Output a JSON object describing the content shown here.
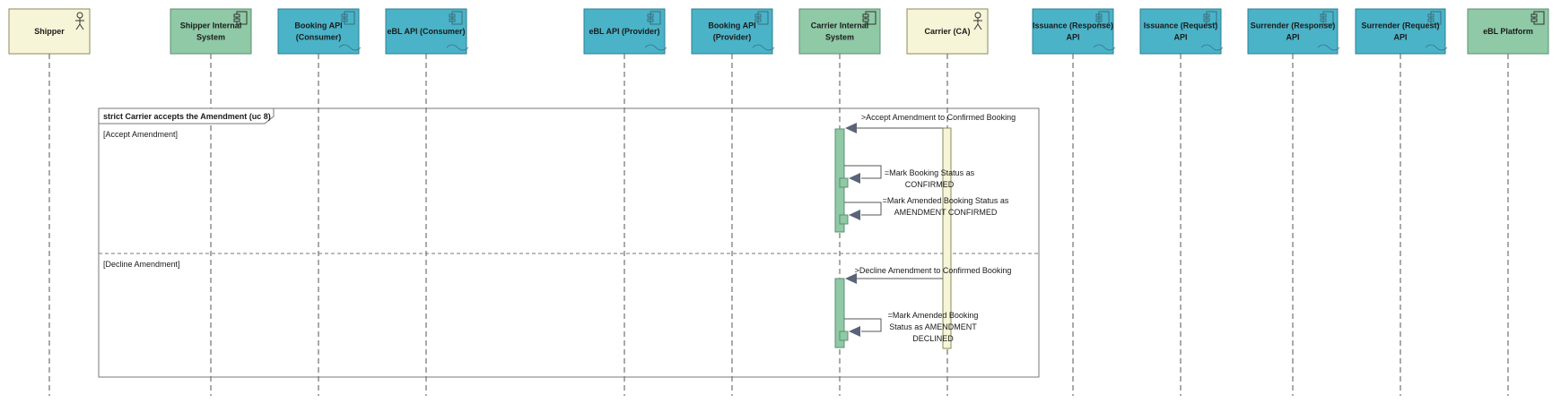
{
  "diagram": {
    "lifelines": [
      {
        "id": "shipper",
        "lines": [
          "Shipper"
        ],
        "kind": "actor",
        "fill": "#f7f5d8",
        "stroke": "#8a8a5c"
      },
      {
        "id": "shipper-internal-system",
        "lines": [
          "Shipper Internal",
          "System"
        ],
        "kind": "component",
        "fill": "#8fc9a6",
        "stroke": "#5e8f70"
      },
      {
        "id": "booking-api-consumer",
        "lines": [
          "Booking API",
          "(Consumer)"
        ],
        "kind": "interface",
        "fill": "#4bb3c8",
        "stroke": "#2e7f90"
      },
      {
        "id": "ebl-api-consumer",
        "lines": [
          "eBL API (Consumer)"
        ],
        "kind": "interface",
        "fill": "#4bb3c8",
        "stroke": "#2e7f90"
      },
      {
        "id": "ebl-api-provider",
        "lines": [
          "eBL API (Provider)"
        ],
        "kind": "interface",
        "fill": "#4bb3c8",
        "stroke": "#2e7f90"
      },
      {
        "id": "booking-api-provider",
        "lines": [
          "Booking API",
          "(Provider)"
        ],
        "kind": "interface",
        "fill": "#4bb3c8",
        "stroke": "#2e7f90"
      },
      {
        "id": "carrier-internal-system",
        "lines": [
          "Carrier Internal",
          "System"
        ],
        "kind": "component",
        "fill": "#8fc9a6",
        "stroke": "#5e8f70"
      },
      {
        "id": "carrier-ca",
        "lines": [
          "Carrier (CA)"
        ],
        "kind": "actor",
        "fill": "#f7f5d8",
        "stroke": "#8a8a5c"
      },
      {
        "id": "issuance-response-api",
        "lines": [
          "Issuance (Response)",
          "API"
        ],
        "kind": "interface",
        "fill": "#4bb3c8",
        "stroke": "#2e7f90"
      },
      {
        "id": "issuance-request-api",
        "lines": [
          "Issuance (Request)",
          "API"
        ],
        "kind": "interface",
        "fill": "#4bb3c8",
        "stroke": "#2e7f90"
      },
      {
        "id": "surrender-response-api",
        "lines": [
          "Surrender (Response)",
          "API"
        ],
        "kind": "interface",
        "fill": "#4bb3c8",
        "stroke": "#2e7f90"
      },
      {
        "id": "surrender-request-api",
        "lines": [
          "Surrender (Request)",
          "API"
        ],
        "kind": "interface",
        "fill": "#4bb3c8",
        "stroke": "#2e7f90"
      },
      {
        "id": "ebl-platform",
        "lines": [
          "eBL Platform"
        ],
        "kind": "component",
        "fill": "#8fc9a6",
        "stroke": "#5e8f70"
      }
    ],
    "fragment": {
      "title": "strict Carrier accepts the Amendment (uc 8)",
      "operands": [
        {
          "guard": "[Accept Amendment]"
        },
        {
          "guard": "[Decline Amendment]"
        }
      ]
    },
    "messages": [
      {
        "from": "carrier-ca",
        "to": "carrier-internal-system",
        "lines": [
          ">Accept Amendment to Confirmed Booking"
        ]
      },
      {
        "from": "carrier-internal-system",
        "to": "carrier-internal-system",
        "lines": [
          "=Mark Booking Status as",
          "CONFIRMED"
        ]
      },
      {
        "from": "carrier-internal-system",
        "to": "carrier-internal-system",
        "lines": [
          "=Mark Amended Booking Status as",
          "AMENDMENT CONFIRMED"
        ]
      },
      {
        "from": "carrier-ca",
        "to": "carrier-internal-system",
        "lines": [
          ">Decline Amendment to Confirmed Booking"
        ]
      },
      {
        "from": "carrier-internal-system",
        "to": "carrier-internal-system",
        "lines": [
          "=Mark Amended Booking",
          "Status as AMENDMENT",
          "DECLINED"
        ]
      }
    ],
    "colors": {
      "line": "#555555",
      "arrow": "#5a6478",
      "frame": "#777777",
      "activation_green": "#8fc9a6",
      "activation_cream": "#f7f5d8"
    }
  }
}
